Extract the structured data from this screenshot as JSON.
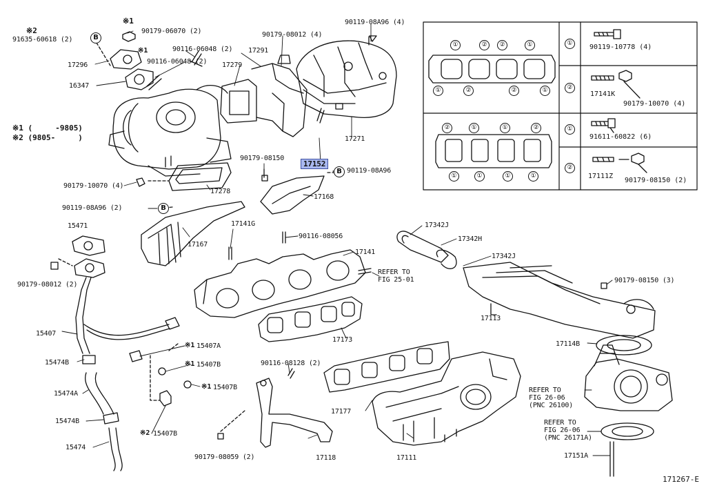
{
  "diagram_id": "171267-E",
  "highlighted_part": "17152",
  "notes": {
    "n1_mark": "※1",
    "n1_text": "※1 (     -9805)",
    "n2_mark": "※2",
    "n2_text": "※2 (9805-     )"
  },
  "callouts": {
    "p91635": "91635-60618 (2)",
    "p90179_06070": "90179-06070 (2)",
    "p17296": "17296",
    "p90116_06048a": "90116-06048 (2)",
    "p90116_06048b": "90116-06048 (2)",
    "p16347": "16347",
    "p17291": "17291",
    "p17279": "17279",
    "p90179_08012a": "90179-08012 (4)",
    "p90119_08A96a": "90119-08A96 (4)",
    "p17271": "17271",
    "p17152": "17152",
    "p90179_08150a": "90179-08150",
    "p90119_08A96b": "90119-08A96",
    "p90179_10070a": "90179-10070 (4)",
    "p17278": "17278",
    "p17168": "17168",
    "p90119_08A96c": "90119-08A96 (2)",
    "p15471": "15471",
    "p17167": "17167",
    "p17141G": "17141G",
    "p90116_08056": "90116-08056",
    "p17141": "17141",
    "p17342J_a": "17342J",
    "p17342H": "17342H",
    "p17342J_b": "17342J",
    "p90179_08012b": "90179-08012 (2)",
    "refer_2501_a": "REFER TO",
    "refer_2501_b": "FIG 25-01",
    "p17113": "17113",
    "p90179_08150b": "90179-08150 (3)",
    "p15407": "15407",
    "p17173": "17173",
    "p17114B": "17114B",
    "p15407A": "15407A",
    "p15407B_a": "15407B",
    "p15407B_b": "15407B",
    "p15474B_a": "15474B",
    "p90116_08128": "90116-08128 (2)",
    "refer_2606a_1": "REFER TO",
    "refer_2606a_2": "FIG 26-06",
    "refer_2606a_3": "(PNC 26100)",
    "p15474A": "15474A",
    "p17177": "17177",
    "p15474B_b": "15474B",
    "p15407B_c": "15407B",
    "refer_2606b_1": "REFER TO",
    "refer_2606b_2": "FIG 26-06",
    "refer_2606b_3": "(PNC 26171A)",
    "p15474": "15474",
    "p90179_08059": "90179-08059 (2)",
    "p17118": "17118",
    "p17111": "17111",
    "p17151A": "17151A"
  },
  "legend_table": {
    "rows": [
      {
        "key": "①",
        "parts": [
          "90119-10778 (4)"
        ]
      },
      {
        "key": "②",
        "parts": [
          "17141K",
          "90179-10070 (4)"
        ]
      },
      {
        "key": "①",
        "parts": [
          "91611-60822 (6)"
        ]
      },
      {
        "key": "②",
        "parts": [
          "17111Z",
          "90179-08150 (2)"
        ]
      }
    ],
    "gasket_top_marks": [
      "①",
      "②",
      "②",
      "①",
      "①",
      "②",
      "②",
      "①"
    ],
    "gasket_bottom_marks": [
      "②",
      "①",
      "①",
      "②",
      "①",
      "①",
      "①",
      "①"
    ]
  },
  "symbols": {
    "b_marker": "B",
    "one": "①",
    "two": "②"
  }
}
